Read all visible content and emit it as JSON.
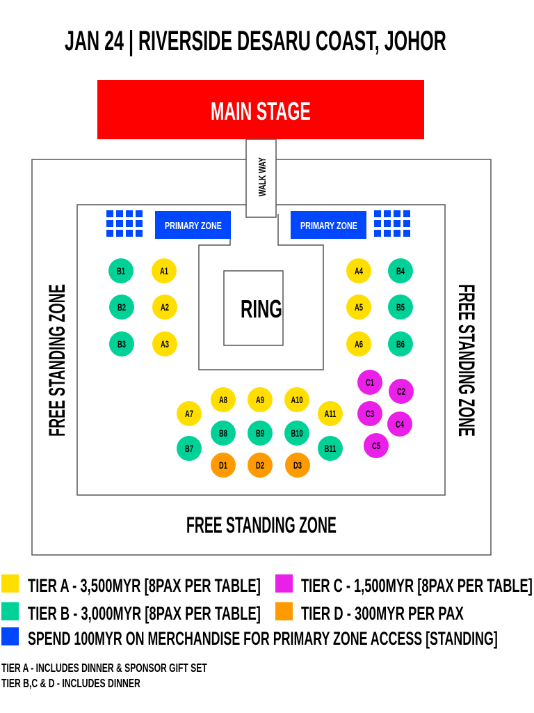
{
  "title": "JAN 24 | RIVERSIDE DESARU COAST, JOHOR",
  "stage": {
    "label": "MAIN STAGE",
    "walkway": "WALK WAY",
    "ring": "RING"
  },
  "primary_zone": {
    "left": "PRIMARY ZONE",
    "right": "PRIMARY ZONE"
  },
  "free_zone": {
    "left": "FREE STANDING ZONE",
    "right": "FREE STANDING ZONE",
    "bottom": "FREE STANDING ZONE"
  },
  "colors": {
    "stage": "#ff0000",
    "primary": "#0047ff",
    "tier_a": "#ffde00",
    "tier_b": "#00d197",
    "tier_c": "#ea1fe8",
    "tier_d": "#ff9a00"
  },
  "seats": [
    {
      "label": "B1",
      "tier": "b"
    },
    {
      "label": "A1",
      "tier": "a"
    },
    {
      "label": "B2",
      "tier": "b"
    },
    {
      "label": "A2",
      "tier": "a"
    },
    {
      "label": "B3",
      "tier": "b"
    },
    {
      "label": "A3",
      "tier": "a"
    },
    {
      "label": "A4",
      "tier": "a"
    },
    {
      "label": "B4",
      "tier": "b"
    },
    {
      "label": "A5",
      "tier": "a"
    },
    {
      "label": "B5",
      "tier": "b"
    },
    {
      "label": "A6",
      "tier": "a"
    },
    {
      "label": "B6",
      "tier": "b"
    },
    {
      "label": "A7",
      "tier": "a"
    },
    {
      "label": "A8",
      "tier": "a"
    },
    {
      "label": "A9",
      "tier": "a"
    },
    {
      "label": "A10",
      "tier": "a"
    },
    {
      "label": "A11",
      "tier": "a"
    },
    {
      "label": "B7",
      "tier": "b"
    },
    {
      "label": "B8",
      "tier": "b"
    },
    {
      "label": "B9",
      "tier": "b"
    },
    {
      "label": "B10",
      "tier": "b"
    },
    {
      "label": "B11",
      "tier": "b"
    },
    {
      "label": "D1",
      "tier": "d"
    },
    {
      "label": "D2",
      "tier": "d"
    },
    {
      "label": "D3",
      "tier": "d"
    },
    {
      "label": "C1",
      "tier": "c"
    },
    {
      "label": "C2",
      "tier": "c"
    },
    {
      "label": "C3",
      "tier": "c"
    },
    {
      "label": "C4",
      "tier": "c"
    },
    {
      "label": "C5",
      "tier": "c"
    }
  ],
  "legend": {
    "tier_a": "TIER A - 3,500MYR [8PAX PER TABLE]",
    "tier_b": "TIER B - 3,000MYR [8PAX PER TABLE]",
    "tier_c": "TIER C - 1,500MYR [8PAX PER TABLE]",
    "tier_d": "TIER D - 300MYR PER PAX",
    "primary": "SPEND 100MYR ON MERCHANDISE FOR PRIMARY ZONE ACCESS [STANDING]"
  },
  "notes": [
    "TIER A - INCLUDES DINNER & SPONSOR GIFT SET",
    "TIER B,C & D - INCLUDES DINNER"
  ]
}
